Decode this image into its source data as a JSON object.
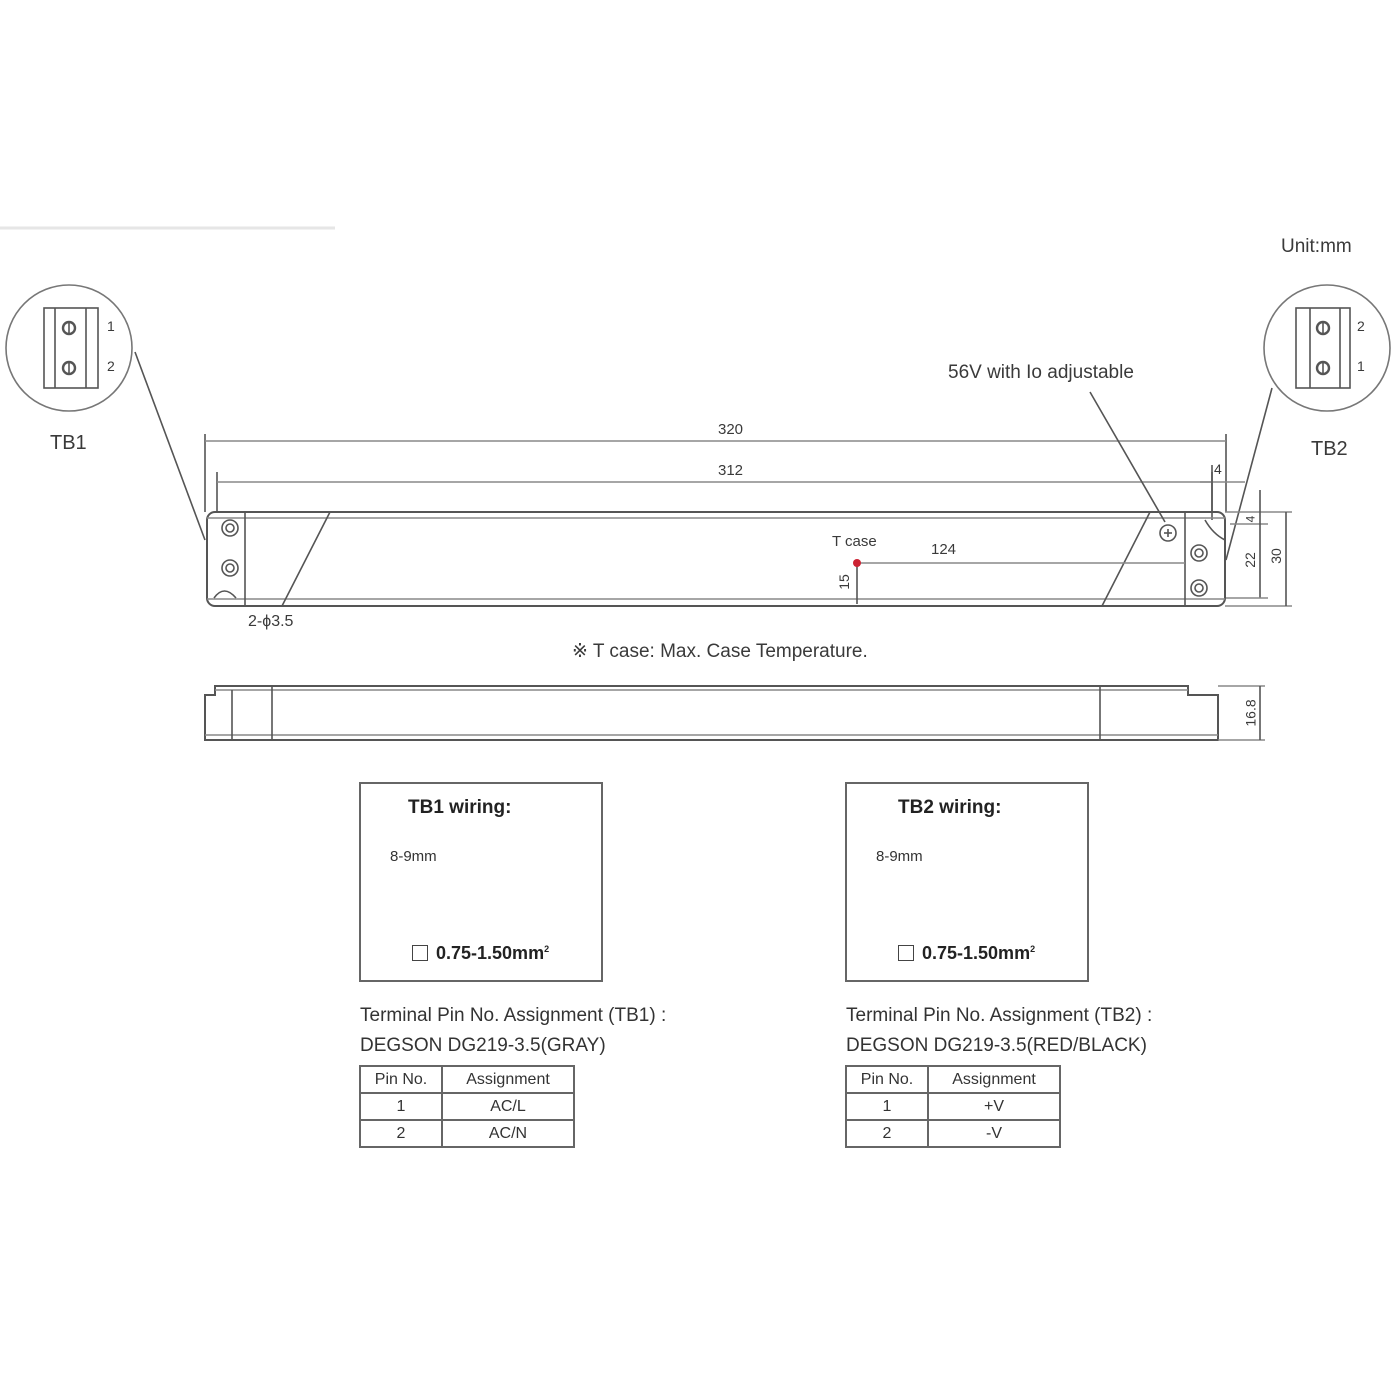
{
  "header": {
    "unit_label": "Unit:mm"
  },
  "terminals": {
    "tb1": {
      "label": "TB1",
      "pins": [
        "1",
        "2"
      ]
    },
    "tb2": {
      "label": "TB2",
      "pins": [
        "2",
        "1"
      ]
    }
  },
  "top_view": {
    "dimensions": {
      "overall_length": "320",
      "hole_spacing": "312",
      "edge_offset": "4",
      "hole_offset_vertical": "4",
      "hole_spacing_vertical": "22",
      "overall_width": "30",
      "tcase_from_edge": "124",
      "tcase_from_bottom": "15",
      "mount_holes": "2-ϕ3.5"
    },
    "tcase_label": "T case",
    "tcase_color": "#cc2233",
    "adjust_callout": "56V with Io adjustable"
  },
  "note": "※ T case: Max. Case Temperature.",
  "side_view": {
    "height": "16.8"
  },
  "wiring": [
    {
      "title": "TB1 wiring:",
      "strip_length": "8-9mm",
      "gauge": "0.75-1.50mm",
      "gauge_sup": "2"
    },
    {
      "title": "TB2 wiring:",
      "strip_length": "8-9mm",
      "gauge": "0.75-1.50mm",
      "gauge_sup": "2"
    }
  ],
  "assignments": [
    {
      "title_line1": "Terminal Pin No.  Assignment (TB1) :",
      "title_line2": "DEGSON DG219-3.5(GRAY)",
      "headers": [
        "Pin No.",
        "Assignment"
      ],
      "rows": [
        [
          "1",
          "AC/L"
        ],
        [
          "2",
          "AC/N"
        ]
      ]
    },
    {
      "title_line1": "Terminal Pin No.  Assignment (TB2) :",
      "title_line2": "DEGSON DG219-3.5(RED/BLACK)",
      "headers": [
        "Pin No.",
        "Assignment"
      ],
      "rows": [
        [
          "1",
          "+V"
        ],
        [
          "2",
          "-V"
        ]
      ]
    }
  ]
}
